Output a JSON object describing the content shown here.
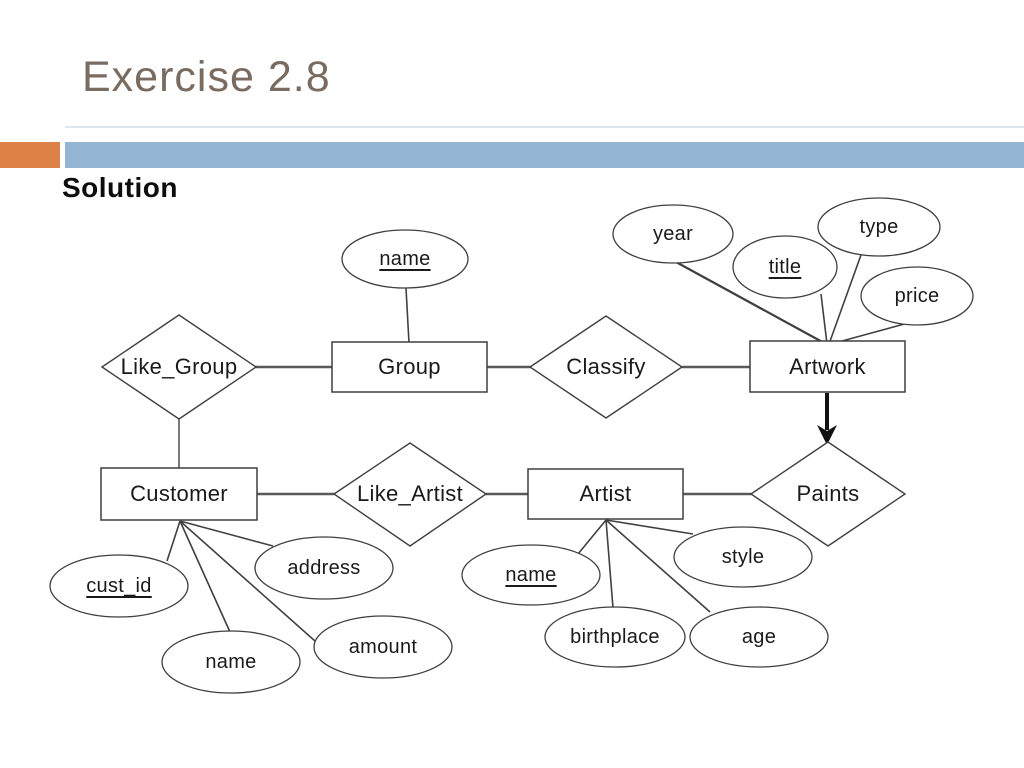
{
  "slide": {
    "title": "Exercise 2.8",
    "subtitle": "Solution",
    "colors": {
      "title_text": "#7a6b60",
      "accent_orange": "#dd8146",
      "accent_blue": "#94b5d4",
      "shape_border": "#3f3f3f",
      "connector": "#595959"
    }
  },
  "diagram": {
    "entities": [
      {
        "id": "group",
        "label": "Group"
      },
      {
        "id": "artwork",
        "label": "Artwork"
      },
      {
        "id": "customer",
        "label": "Customer"
      },
      {
        "id": "artist",
        "label": "Artist"
      }
    ],
    "relationships": [
      {
        "id": "like_group",
        "label": "Like_Group"
      },
      {
        "id": "classify",
        "label": "Classify"
      },
      {
        "id": "like_artist",
        "label": "Like_Artist"
      },
      {
        "id": "paints",
        "label": "Paints"
      }
    ],
    "attributes": [
      {
        "id": "group_name",
        "label": "name",
        "key": true
      },
      {
        "id": "year",
        "label": "year",
        "key": false
      },
      {
        "id": "title",
        "label": "title",
        "key": true
      },
      {
        "id": "type",
        "label": "type",
        "key": false
      },
      {
        "id": "price",
        "label": "price",
        "key": false
      },
      {
        "id": "cust_id",
        "label": "cust_id",
        "key": true
      },
      {
        "id": "address",
        "label": "address",
        "key": false
      },
      {
        "id": "customer_name",
        "label": "name",
        "key": false
      },
      {
        "id": "amount",
        "label": "amount",
        "key": false
      },
      {
        "id": "artist_name",
        "label": "name",
        "key": true
      },
      {
        "id": "style",
        "label": "style",
        "key": false
      },
      {
        "id": "birthplace",
        "label": "birthplace",
        "key": false
      },
      {
        "id": "age",
        "label": "age",
        "key": false
      }
    ]
  }
}
